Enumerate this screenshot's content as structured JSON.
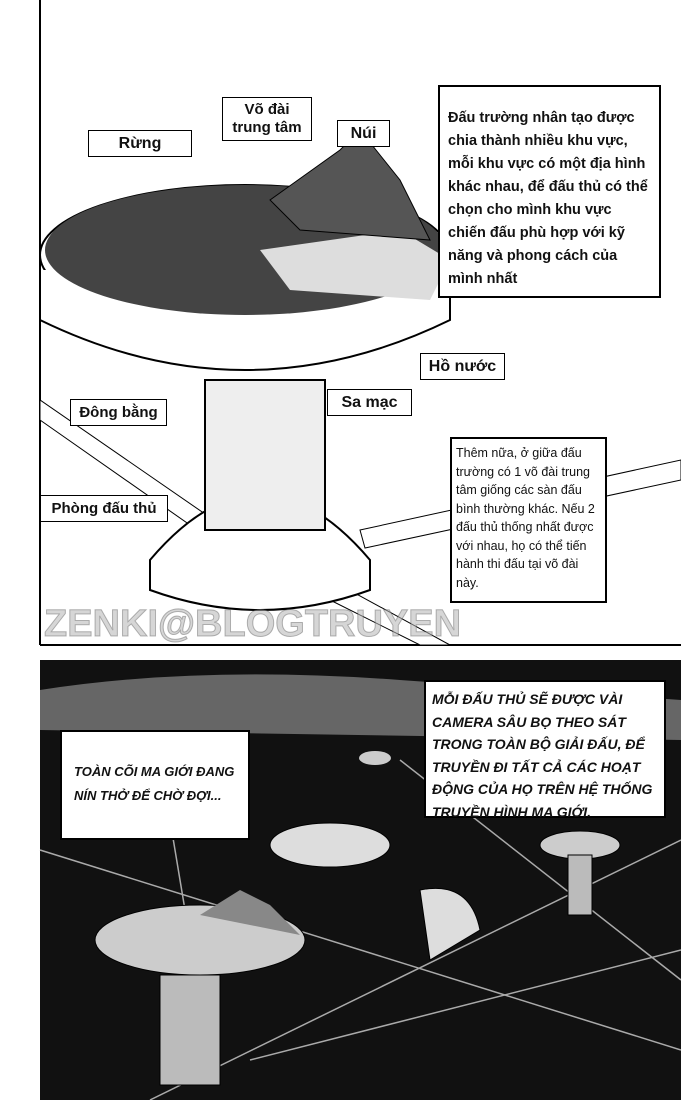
{
  "panel_top": {
    "labels": {
      "forest": "Rừng",
      "central_arena": "Võ đài trung tâm",
      "mountain": "Núi",
      "lake": "Hồ nước",
      "desert": "Sa mạc",
      "plains": "Đông bằng",
      "player_room": "Phòng đấu thủ"
    },
    "caption_1": "Đấu trường nhân tạo được chia thành nhiều khu vực, mỗi khu vực có một địa hình khác nhau, để đấu thủ có thể chọn cho mình khu vực chiến đấu phù hợp với kỹ năng và phong cách của mình nhất",
    "caption_2": "Thêm nữa, ở giữa đấu trường có 1 võ đài trung tâm giống các sàn đấu bình thường khác. Nếu 2 đấu thủ thống nhất được với nhau, họ có thể tiến hành thi đấu tại võ đài này."
  },
  "panel_bottom": {
    "caption_left": "Toàn cõi Ma giới đang nín thở để chờ đợi...",
    "caption_right": "Mỗi đấu thủ sẽ được vài camera sâu bọ theo sát trong toàn bộ giải đấu, để truyền đi tất cả các hoạt động của họ trên hệ thống truyền hình Ma giới."
  },
  "watermark": "ZENKI@BLOGTRUYEN"
}
